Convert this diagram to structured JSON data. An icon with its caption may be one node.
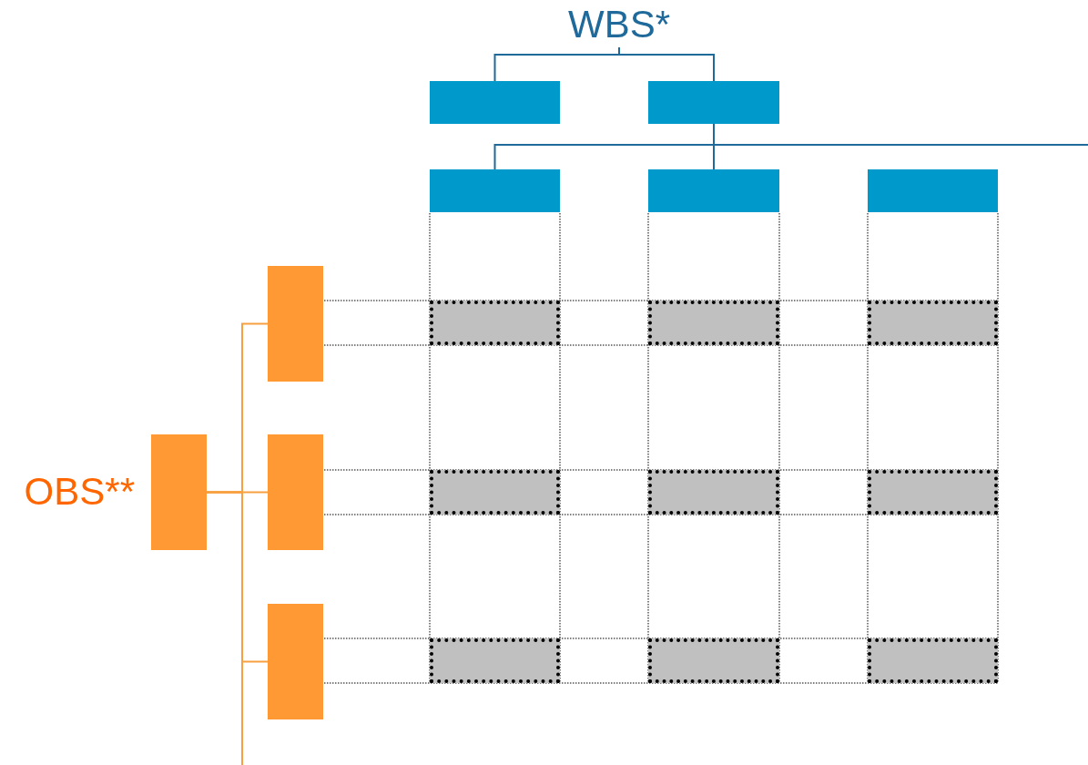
{
  "diagram": {
    "nodes": [
      {
        "text": [
          "WBS*"
        ]
      },
      {
        "text": [],
        "shape": "box"
      },
      {
        "text": [],
        "shape": "box"
      },
      {
        "text": [],
        "shape": "box"
      },
      {
        "text": [],
        "shape": "box"
      },
      {
        "text": [],
        "shape": "box"
      },
      {
        "text": [],
        "shape": "box",
        "beside": [
          "OBS**"
        ]
      },
      {
        "text": [],
        "shape": "box"
      },
      {
        "text": [],
        "shape": "box"
      },
      {
        "text": [],
        "shape": "box"
      },
      {
        "text": [],
        "shape": "box"
      },
      {
        "text": [],
        "shape": "box"
      },
      {
        "text": [],
        "shape": "box"
      },
      {
        "text": [],
        "shape": "box"
      },
      {
        "text": [],
        "shape": "box"
      },
      {
        "text": [],
        "shape": "box"
      },
      {
        "text": [],
        "shape": "box"
      },
      {
        "text": [],
        "shape": "box"
      },
      {
        "text": [],
        "shape": "box"
      }
    ],
    "edges": [
      {
        "from": 0,
        "to": 1,
        "arrow": "none"
      },
      {
        "from": 0,
        "to": 2,
        "arrow": "none"
      },
      {
        "from": 2,
        "to": 3,
        "arrow": "none"
      },
      {
        "from": 2,
        "to": 4,
        "arrow": "none"
      },
      {
        "from": 2,
        "to": null,
        "arrow": "none"
      },
      {
        "from": 6,
        "to": 7,
        "arrow": "none",
        "color": "#f7a040"
      },
      {
        "from": 6,
        "to": 8,
        "arrow": "none",
        "color": "#f7a040"
      },
      {
        "from": 6,
        "to": 9,
        "arrow": "none",
        "color": "#f7a040"
      },
      {
        "from": 6,
        "to": null,
        "arrow": "none",
        "color": "#f7a040"
      }
    ]
  }
}
